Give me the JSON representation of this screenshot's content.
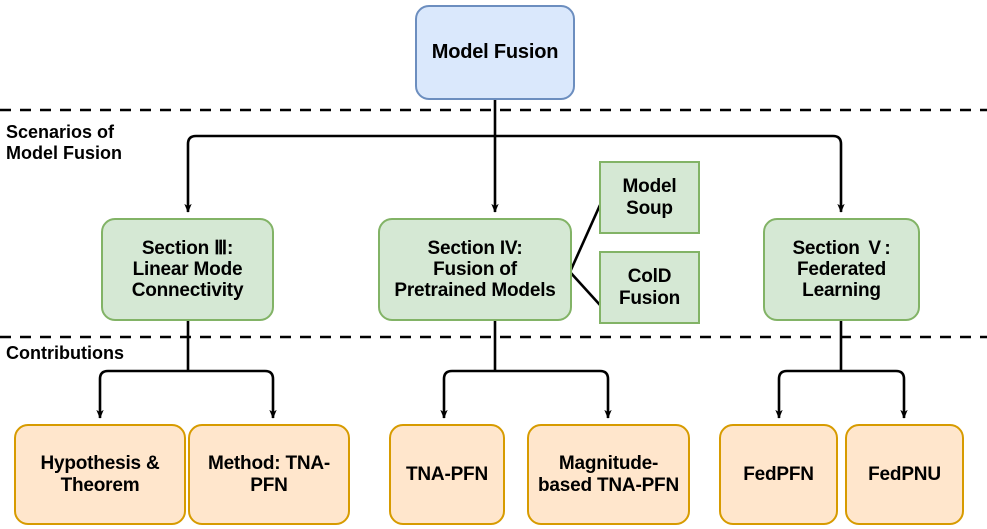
{
  "diagram": {
    "title": "Model Fusion taxonomy flowchart",
    "colors": {
      "root_fill": "#dae8fc",
      "root_stroke": "#6c8ebf",
      "section_fill": "#d5e8d4",
      "section_stroke": "#82b366",
      "leaf_fill": "#ffe6cc",
      "leaf_stroke": "#d79b00",
      "edge": "#000000",
      "band_divider": "#000000",
      "text": "#000000"
    },
    "bands": [
      {
        "id": "scenarios",
        "label": "Scenarios of\nModel Fusion"
      },
      {
        "id": "contributions",
        "label": "Contributions"
      }
    ],
    "root": {
      "id": "model-fusion",
      "label": "Model Fusion"
    },
    "sections": [
      {
        "id": "section-3",
        "label": "Section Ⅲ:\nLinear Mode\nConnectivity"
      },
      {
        "id": "section-4",
        "label": "Section IV:\nFusion of\nPretrained Models"
      },
      {
        "id": "section-5",
        "label": "Section  V :\nFederated\nLearning"
      }
    ],
    "section4_branches": [
      {
        "id": "model-soup",
        "label": "Model\nSoup"
      },
      {
        "id": "cold-fusion",
        "label": "ColD\nFusion"
      }
    ],
    "contributions": [
      {
        "id": "hypothesis-theorem",
        "label": "Hypothesis &\nTheorem",
        "parent": "section-3"
      },
      {
        "id": "method-tna-pfn",
        "label": "Method: TNA-\nPFN",
        "parent": "section-3"
      },
      {
        "id": "tna-pfn",
        "label": "TNA-PFN",
        "parent": "section-4"
      },
      {
        "id": "magnitude-based-tna-pfn",
        "label": "Magnitude-\nbased TNA-PFN",
        "parent": "section-4"
      },
      {
        "id": "fedpfn",
        "label": "FedPFN",
        "parent": "section-5"
      },
      {
        "id": "fedpnu",
        "label": "FedPNU",
        "parent": "section-5"
      }
    ]
  }
}
